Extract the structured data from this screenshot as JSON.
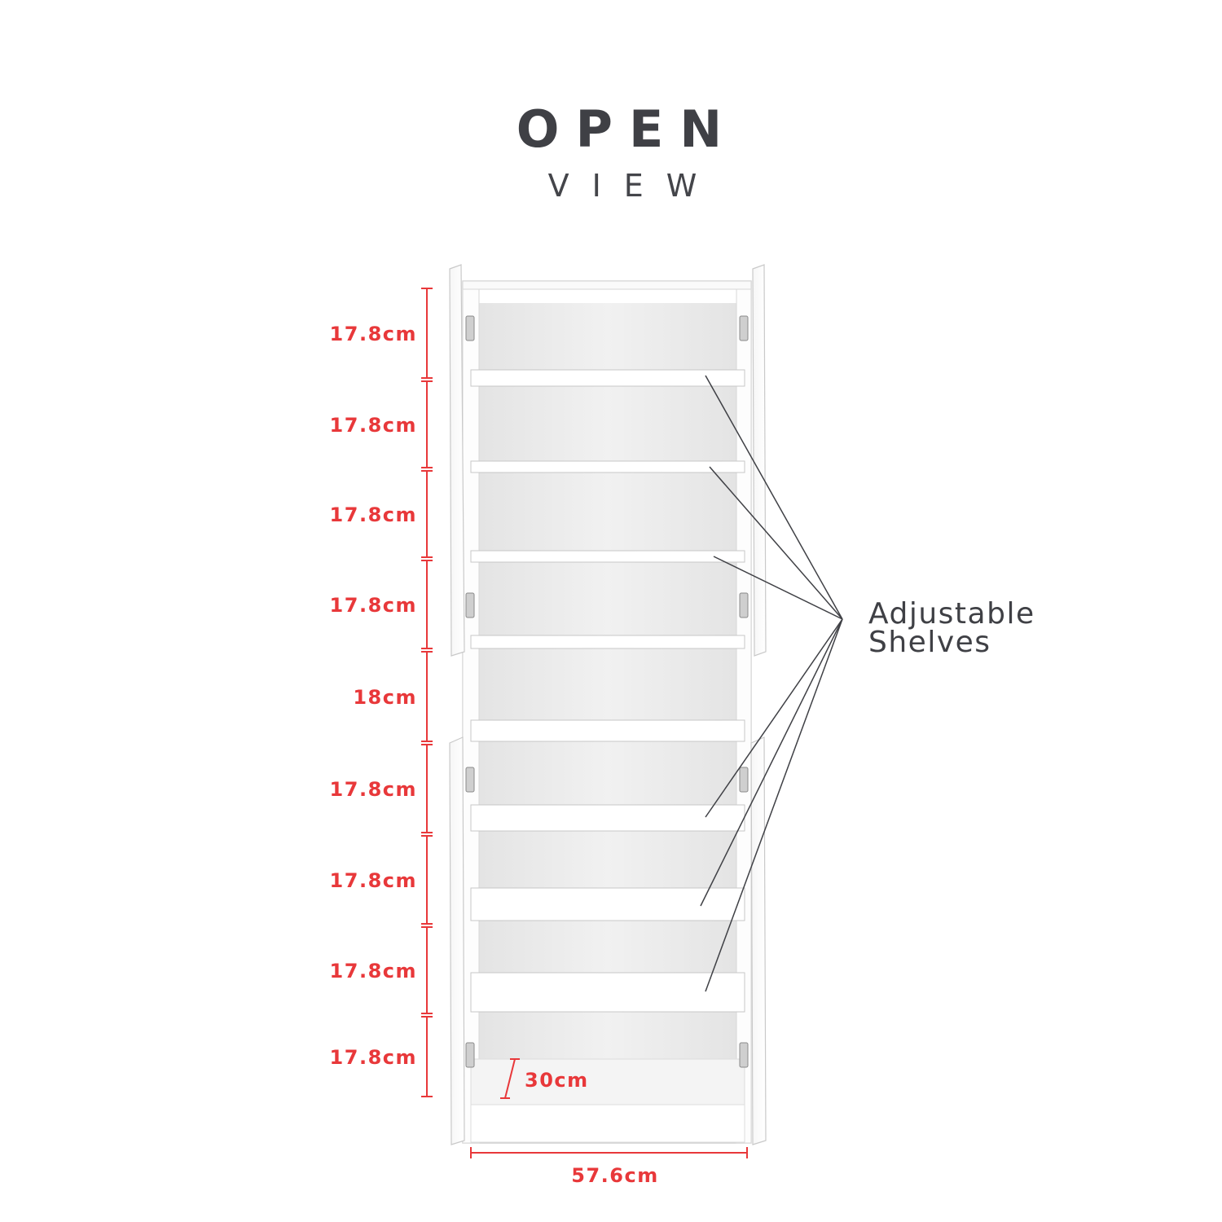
{
  "title": {
    "main": "OPEN",
    "sub": "VIEW"
  },
  "dimensions": {
    "compartment_heights": [
      "17.8cm",
      "17.8cm",
      "17.8cm",
      "17.8cm",
      "18cm",
      "17.8cm",
      "17.8cm",
      "17.8cm",
      "17.8cm"
    ],
    "depth": "30cm",
    "width": "57.6cm"
  },
  "callout": {
    "line1": "Adjustable",
    "line2": "Shelves"
  },
  "colors": {
    "dimension": "#e8383a",
    "title": "#3f4045",
    "panel": "#ffffff",
    "interior": "#ededed",
    "edge": "#c9c9c9"
  }
}
